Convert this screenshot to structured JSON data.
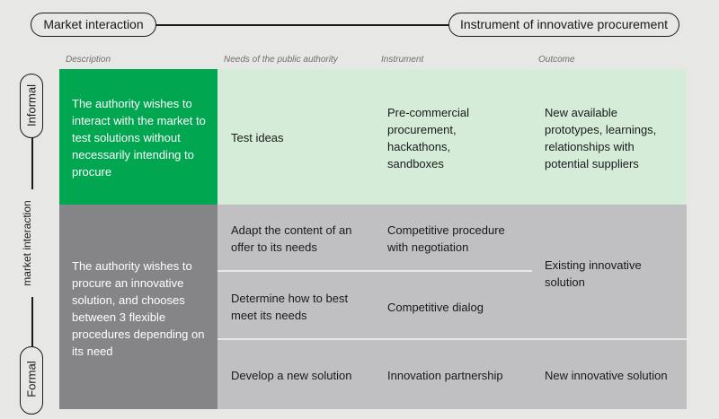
{
  "header": {
    "left_pill": "Market interaction",
    "right_pill": "Instrument of innovative procurement"
  },
  "side": {
    "informal": "Informal",
    "axis_label": "market interaction",
    "formal": "Formal"
  },
  "columns": {
    "description": "Description",
    "needs": "Needs of the public authority",
    "instrument": "Instrument",
    "outcome": "Outcome"
  },
  "informal_row": {
    "description": "The authority wishes to interact with the market to test solutions without necessarily intending to procure",
    "need": "Test ideas",
    "instrument": "Pre-commercial procurement, hackathons, sandboxes",
    "outcome": "New available prototypes, learnings, relationships with potential suppliers"
  },
  "formal_rows": {
    "description": "The authority wishes to procure an innovative solution, and chooses between 3 flexible procedures depending on its need",
    "row1": {
      "need": "Adapt the content of an offer to its needs",
      "instrument": "Competitive procedure with negotiation"
    },
    "row2": {
      "need": "Determine how to best meet its needs",
      "instrument": "Competitive dialog"
    },
    "outcome_shared": "Existing innovative solution",
    "row3": {
      "need": "Develop a new solution",
      "instrument": "Innovation partnership",
      "outcome": "New innovative solution"
    }
  },
  "colors": {
    "background": "#e7e7e5",
    "informal_dark_green": "#00a650",
    "informal_light_green": "#d4ecd8",
    "formal_dark_gray": "#858588",
    "formal_light_gray": "#c0bfc2",
    "ink": "#1a1a1a"
  }
}
